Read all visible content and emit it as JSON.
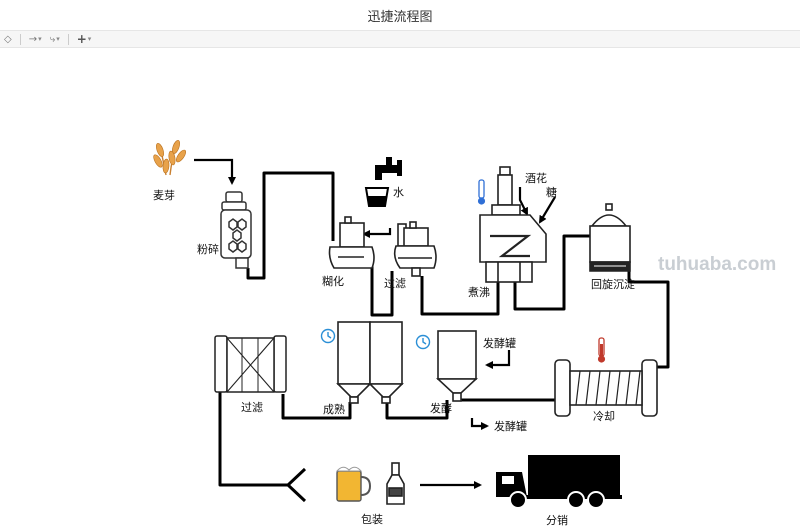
{
  "window": {
    "title": "迅捷流程图"
  },
  "toolbar": {
    "items": [
      {
        "name": "fill-tool",
        "glyph": "◇"
      },
      {
        "name": "connector-arrow",
        "glyph": "→"
      },
      {
        "name": "connector-waypoint",
        "glyph": "⤷"
      },
      {
        "name": "insert-plus",
        "glyph": "+"
      }
    ],
    "caret": "▾"
  },
  "diagram": {
    "labels": {
      "malt": "麦芽",
      "crush": "粉碎",
      "water": "水",
      "mash": "糊化",
      "filter1": "过滤",
      "hops": "酒花",
      "sugar": "糖",
      "boil": "煮沸",
      "whirlpool": "回旋沉淀",
      "ferment_tank_top": "发酵罐",
      "cool": "冷却",
      "filter2": "过滤",
      "mature": "成熟",
      "ferment": "发酵",
      "ferment_tank_out": "发酵罐",
      "package": "包装",
      "distribute": "分销"
    },
    "watermark": "tuhuaba.com",
    "colors": {
      "stroke": "#000000",
      "wheat": "#e8a24a",
      "beer": "#f2b632",
      "thermo_blue": "#2f6fd6",
      "thermo_red": "#c0392b",
      "clock": "#2b8fd6"
    }
  }
}
